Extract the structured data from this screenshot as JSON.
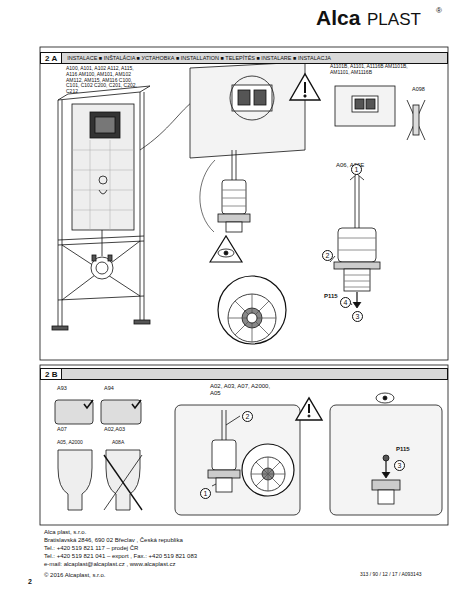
{
  "diagram": {
    "nodes": [
      {
        "text": [
          "2 A",
          "INSTALACE ■ INŠTALÁCIA ■ УСТАНОВКА ■ INSTALLATION ■ TELEPÍTÉS ■ INSTALARE ■ INSTALACJA"
        ]
      },
      {
        "text": [
          "2 B"
        ]
      }
    ],
    "labels": [
      "Alca",
      "PLAST",
      "®",
      "A100, A101, A102 A112, A115, A116 AM100, AM101, AM102 AM112, AM115, AM116 C100, C101, C102 C200, C201, C202, C212",
      "A1101B, A1101, A1116B AM1101B, AM1101, AM1116B",
      "A098",
      "A06, A06E",
      "1",
      "2",
      "P115",
      "4",
      "3",
      "A93",
      "A94",
      "A07",
      "A02,A03",
      "A05, A2000",
      "A08A",
      "A02, A03, A07, A2000, A05",
      "2",
      "1",
      "P115",
      "3",
      "Alca plast, s.r.o.",
      "Bratislavská 2846, 690 02 Břeclav , Česká republika",
      "Tel.: +420 519 821 117 – prodej ČR",
      "Tel.: +420 519 821 041 – export , Fax.: +420 519 821 083",
      "e-mail: alcaplast@alcaplast.cz , www.alcaplast.cz",
      "© 2016 Alcaplast, s.r.o.",
      "313 / 90 / 12 / 17 / A093143",
      "2"
    ]
  }
}
